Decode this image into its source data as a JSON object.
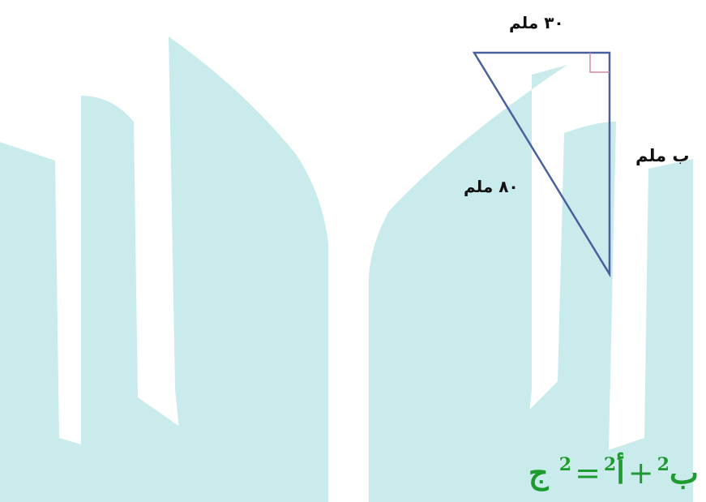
{
  "colors": {
    "background": "#ffffff",
    "watermark": "#c9ebec",
    "triangle_stroke": "#4a5f9e",
    "right_angle_marker": "#d08aa0",
    "label_text": "#111111",
    "formula_text": "#1f9a2e"
  },
  "diagram": {
    "labels": {
      "top_side": "٣٠ ملم",
      "right_side": "ب ملم",
      "hypotenuse": "٨٠ ملم"
    }
  },
  "formula": {
    "c": "ج",
    "a": "أ",
    "b": "ب",
    "exp": "2",
    "equals": "=",
    "plus": "+"
  }
}
